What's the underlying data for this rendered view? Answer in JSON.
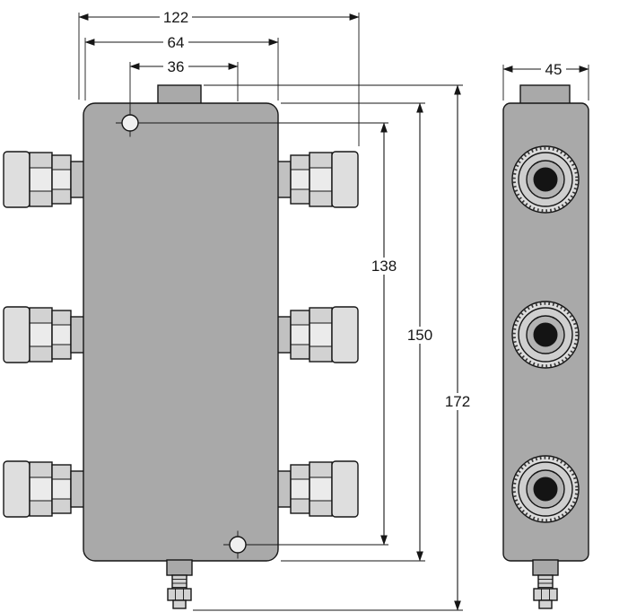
{
  "drawing": {
    "dims": {
      "overall_width": "122",
      "body_width": "64",
      "mounting_hole_spacing_x": "36",
      "side_depth": "45",
      "mounting_hole_spacing_y": "138",
      "body_height": "150",
      "overall_height": "172"
    }
  },
  "colors": {
    "background": "#ffffff",
    "line": "#161616",
    "bodyGray": "#a9a9a9",
    "capGray": "#dedede",
    "nutGray": "#d2d2d2",
    "nutHighlight": "#ebebeb",
    "neckGray": "#c1c1c1",
    "holeFill": "#f0f0f0",
    "ringOuter": "#dcdcdc",
    "ringMid": "#cfcfcf",
    "ringInner": "#b3b3b3",
    "centerBlack": "#141414"
  }
}
